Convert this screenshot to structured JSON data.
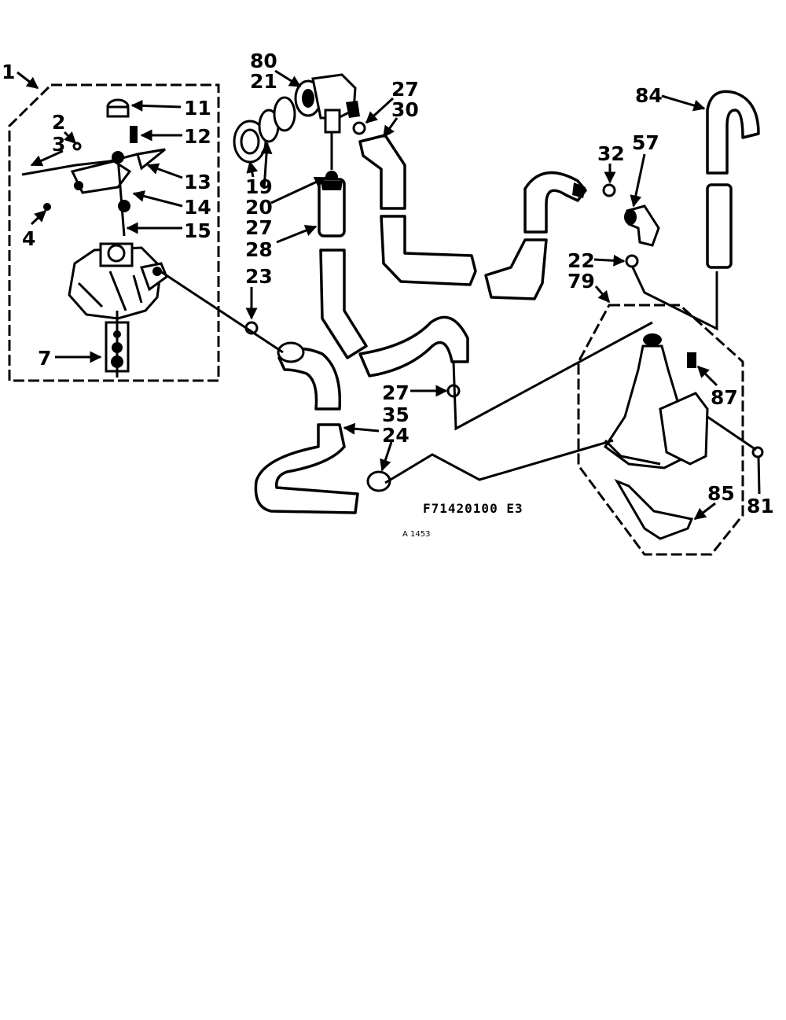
{
  "diagram": {
    "reference_code": "F71420100 E3",
    "small_code": "A 1453",
    "part_labels": {
      "p1": "1",
      "p2": "2",
      "p3": "3",
      "p4": "4",
      "p7": "7",
      "p11": "11",
      "p12": "12",
      "p13": "13",
      "p14": "14",
      "p15": "15",
      "p19": "19",
      "p20": "20",
      "p21": "21",
      "p22": "22",
      "p23": "23",
      "p24": "24",
      "p27a": "27",
      "p27b": "27",
      "p27c": "27",
      "p28": "28",
      "p30": "30",
      "p32": "32",
      "p35": "35",
      "p57": "57",
      "p79": "79",
      "p80": "80",
      "p81": "81",
      "p84": "84",
      "p85": "85",
      "p87": "87"
    }
  }
}
